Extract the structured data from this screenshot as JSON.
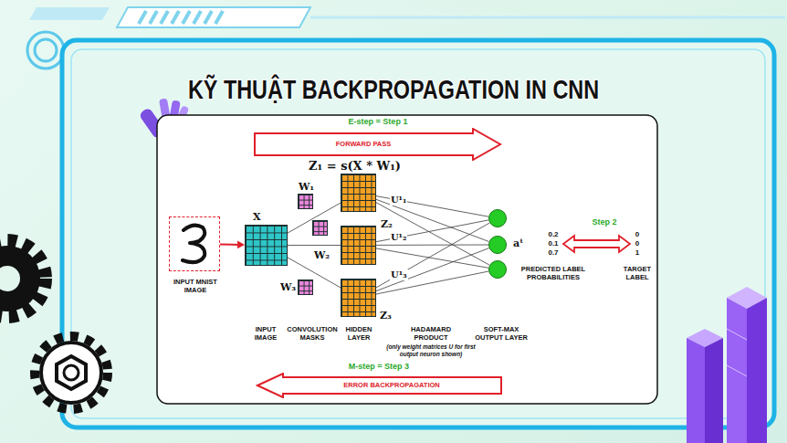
{
  "diagram": {
    "title": "KỸ THUẬT BACKPROPAGATION IN CNN",
    "nodes": [
      {
        "text": [
          "E-step = Step 1",
          "FORWARD PASS"
        ]
      },
      {
        "text": [
          "INPUT MNIST IMAGE"
        ]
      },
      {
        "text": [
          "X"
        ]
      },
      {
        "text": [
          "W₁"
        ]
      },
      {
        "text": [
          "W₂"
        ]
      },
      {
        "text": [
          "W₃"
        ]
      },
      {
        "text": [
          "Z₁ = s(X * W₁)"
        ]
      },
      {
        "text": [
          "Z₂"
        ]
      },
      {
        "text": [
          "Z₃"
        ]
      },
      {
        "text": []
      },
      {
        "text": [
          "aᵗ"
        ]
      },
      {
        "text": []
      },
      {
        "text": [
          "0.2",
          "0.1",
          "0.7",
          "PREDICTED LABEL PROBABILITIES"
        ]
      },
      {
        "text": [
          "0",
          "0",
          "1",
          "TARGET LABEL"
        ]
      },
      {
        "text": [
          "M-step = Step 3",
          "ERROR BACKPROPAGATION"
        ]
      }
    ],
    "edges": [
      {
        "from": 1,
        "to": 2,
        "arrow": "to"
      },
      {
        "from": 2,
        "to": 6,
        "arrow": "none"
      },
      {
        "from": 2,
        "to": 7,
        "arrow": "none"
      },
      {
        "from": 2,
        "to": 8,
        "arrow": "none"
      },
      {
        "from": 6,
        "to": 9,
        "label": "U¹₁",
        "arrow": "none"
      },
      {
        "from": 6,
        "to": 10,
        "arrow": "none"
      },
      {
        "from": 6,
        "to": 11,
        "arrow": "none"
      },
      {
        "from": 7,
        "to": 9,
        "label": "U¹₂",
        "arrow": "none"
      },
      {
        "from": 7,
        "to": 10,
        "arrow": "none"
      },
      {
        "from": 7,
        "to": 11,
        "arrow": "none"
      },
      {
        "from": 8,
        "to": 9,
        "label": "U¹₃",
        "arrow": "none"
      },
      {
        "from": 8,
        "to": 10,
        "arrow": "none"
      },
      {
        "from": 8,
        "to": 11,
        "arrow": "none"
      },
      {
        "from": 12,
        "to": 13,
        "arrow": "both"
      }
    ],
    "labels": [
      "INPUT IMAGE",
      "CONVOLUTION MASKS",
      "HIDDEN LAYER",
      "HADAMARD PRODUCT",
      "(only weight matrices U for first output neuron shown)",
      "SOFT-MAX OUTPUT LAYER",
      "Step 2"
    ]
  }
}
